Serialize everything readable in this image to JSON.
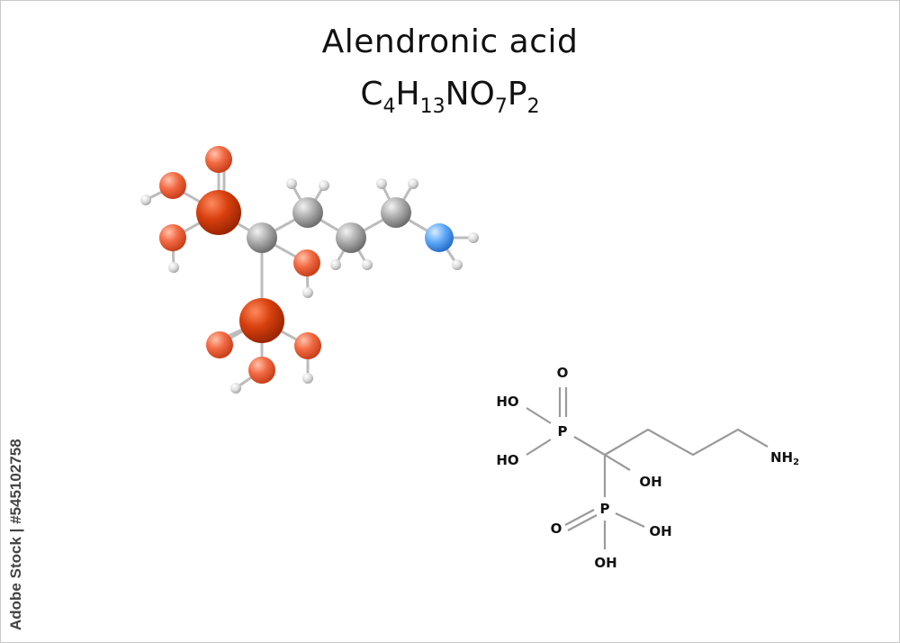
{
  "title": "Alendronic acid",
  "formula": {
    "parts": [
      {
        "text": "C",
        "sub": "4"
      },
      {
        "text": "H",
        "sub": "13"
      },
      {
        "text": "N",
        "sub": ""
      },
      {
        "text": "O",
        "sub": "7"
      },
      {
        "text": "P",
        "sub": "2"
      }
    ]
  },
  "watermark": "Adobe Stock | #545102758",
  "structure_labels": {
    "o_top": "O",
    "ho_1": "HO",
    "p_1": "P",
    "ho_2": "HO",
    "oh_carbon": "OH",
    "p_2": "P",
    "o_left": "O",
    "oh_right": "OH",
    "oh_bottom": "OH",
    "nh2": "NH",
    "nh2_sub": "2"
  },
  "colors": {
    "carbon": "#9c9c9c",
    "hydrogen": "#e6e6e6",
    "oxygen": "#f0603a",
    "phosphorus": "#d63a0e",
    "nitrogen": "#4f9cf5",
    "bond": "#9a9a9a"
  }
}
